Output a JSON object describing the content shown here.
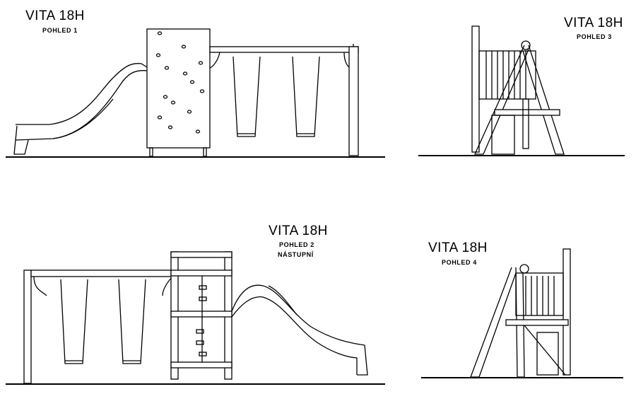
{
  "views": [
    {
      "title": "VITA 18H",
      "subtitle": "POHLED 1"
    },
    {
      "title": "VITA 18H",
      "subtitle": "POHLED 3"
    },
    {
      "title": "VITA 18H",
      "subtitle": "POHLED 2",
      "subtitle2": "NÁSTUPNÍ"
    },
    {
      "title": "VITA 18H",
      "subtitle": "POHLED 4"
    }
  ]
}
